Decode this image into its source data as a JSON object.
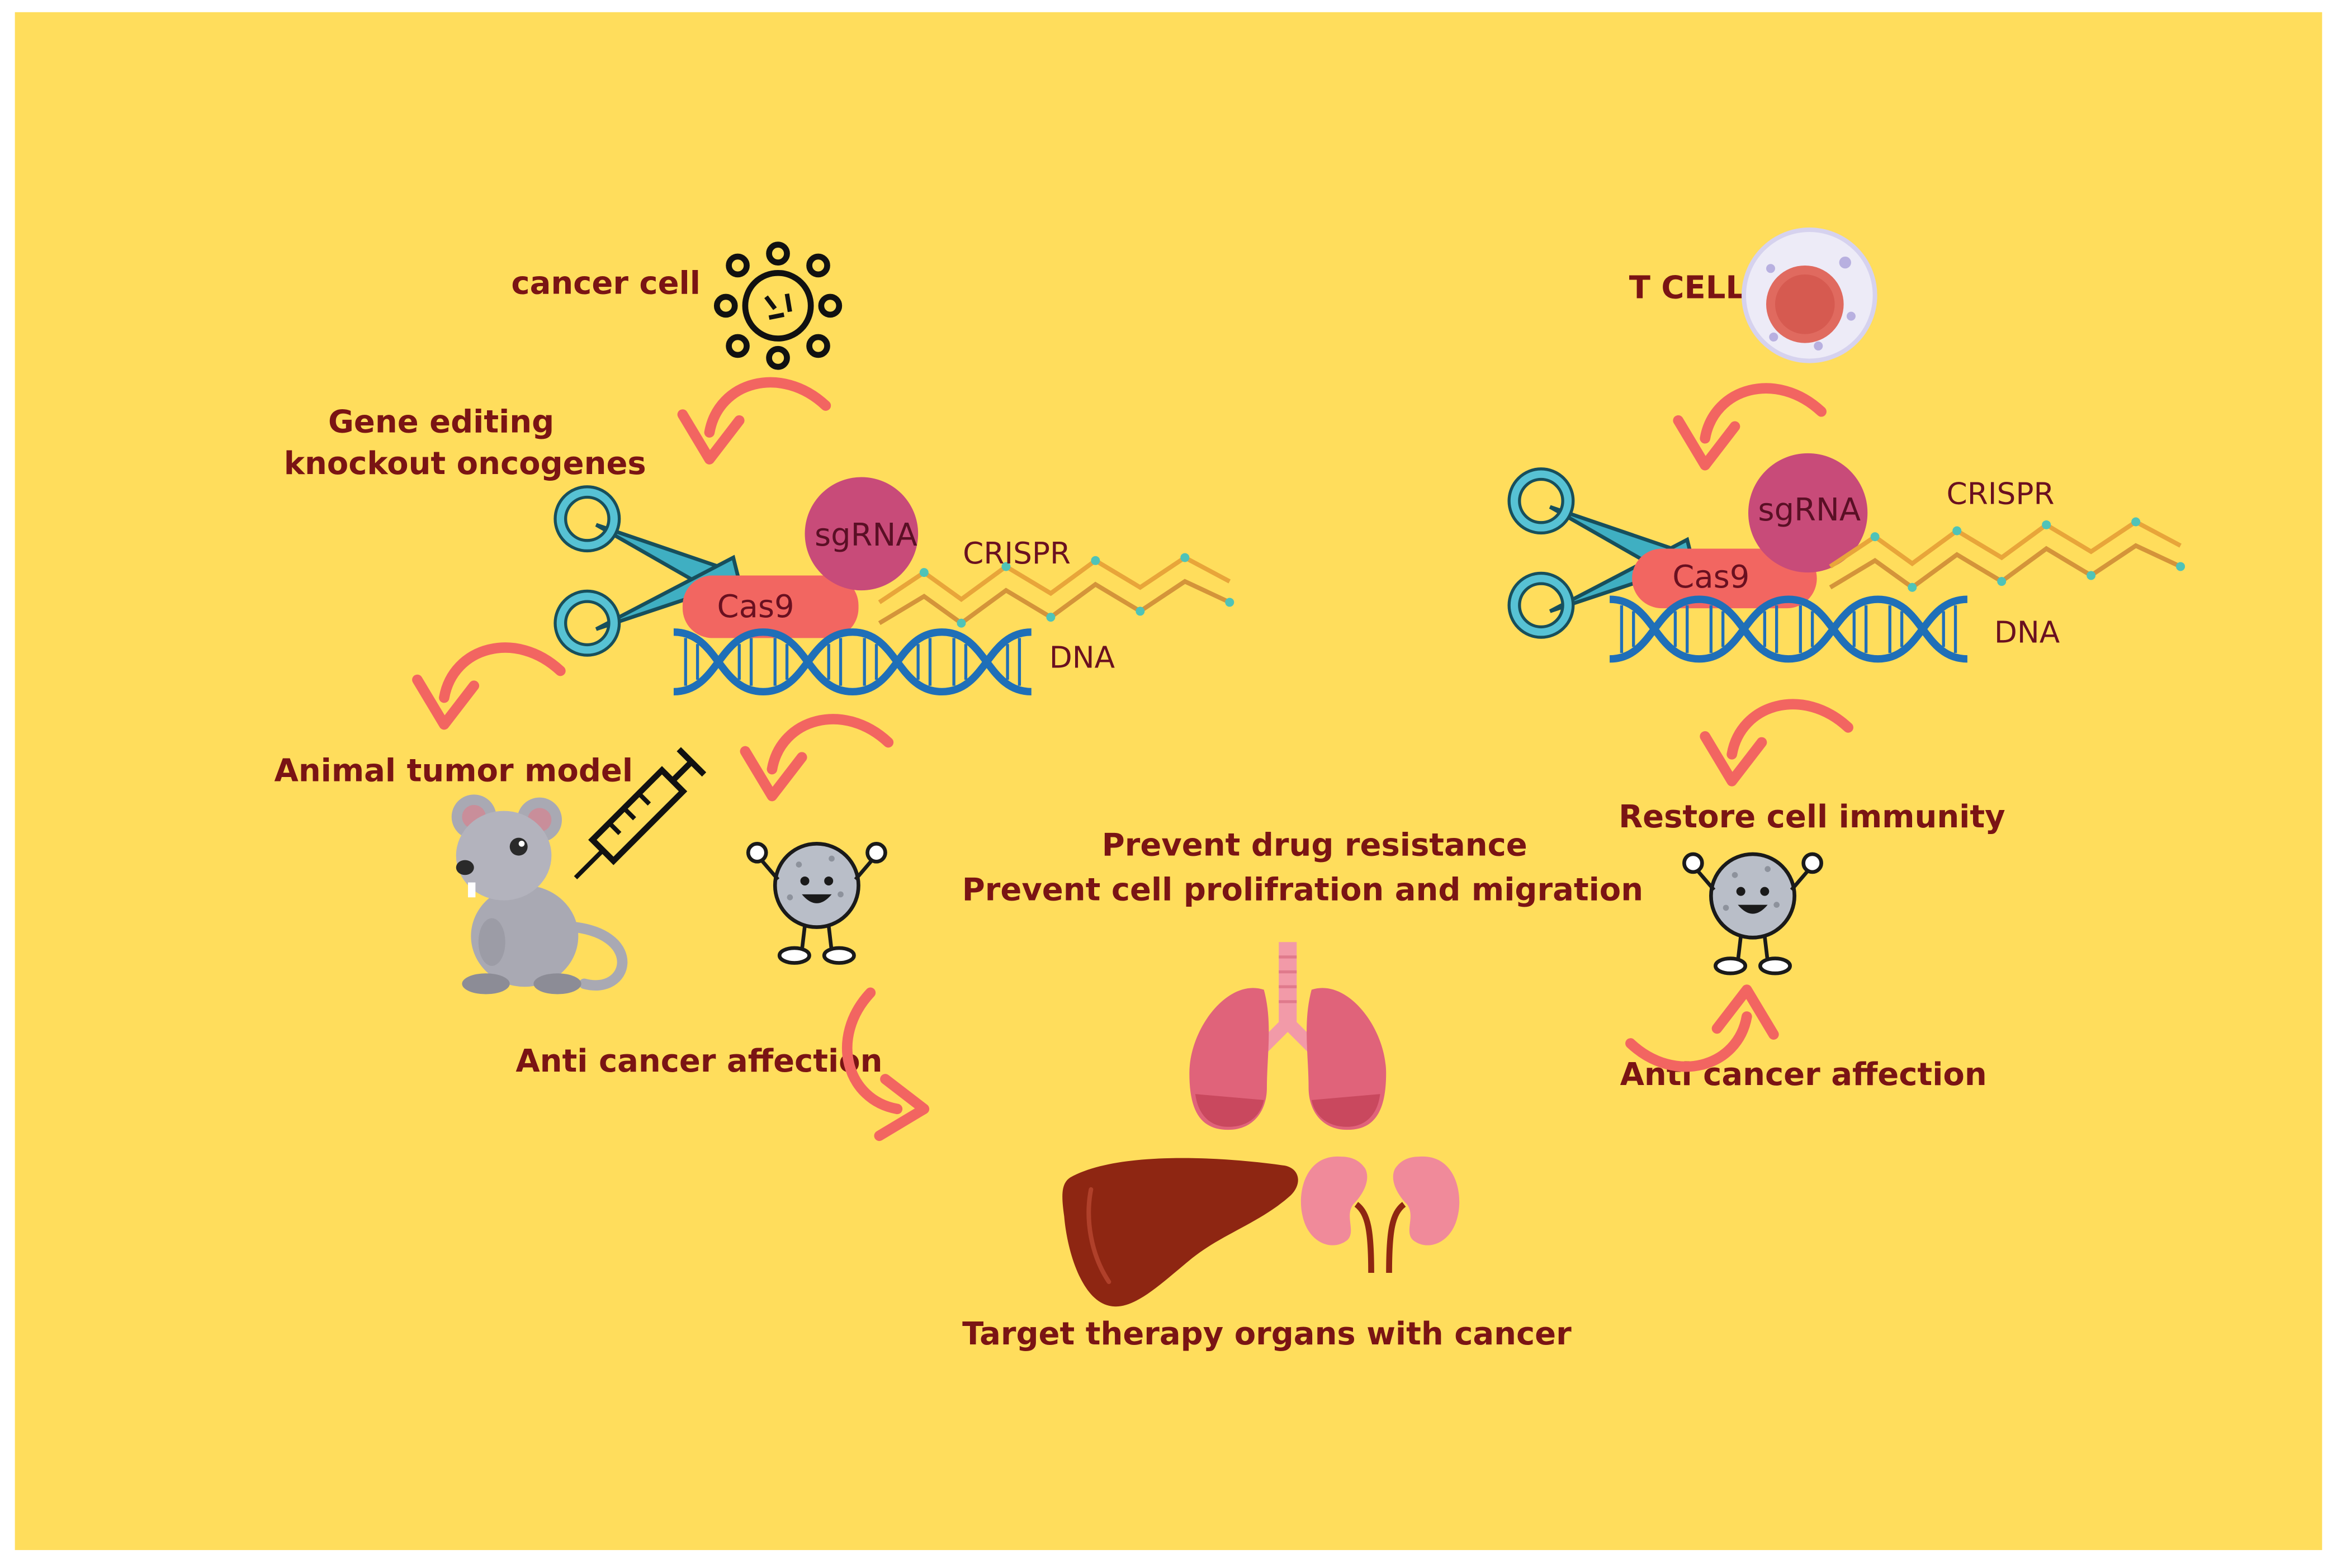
{
  "colors": {
    "background": "#FFDD5C",
    "label_text": "#7A1414",
    "arrow": "#F26561",
    "cas9": "#F26661",
    "sgrna": "#C84B79",
    "dna_blue": "#1F6FB8",
    "crispr_chain": "#E8A53A",
    "liver": "#8E2612",
    "lungs": "#E0637A",
    "kidney": "#F08A9A",
    "scissors": "#47B8C8",
    "mouse": "#A9A9B3"
  },
  "labels": {
    "cancer_cell": "cancer cell",
    "gene_editing_line1": "Gene editing",
    "gene_editing_line2": "knockout oncogenes",
    "animal_tumor_model": "Animal tumor model",
    "anti_cancer_left": "Anti cancer affection",
    "t_cell": "T CELL",
    "restore_immunity": "Restore cell immunity",
    "prevent_line1": "Prevent drug resistance",
    "prevent_line2": "Prevent cell prolifration and migration",
    "anti_cancer_right": "Anti cancer affection",
    "target_therapy": "Target therapy organs with cancer"
  },
  "left_complex": {
    "cas9": "Cas9",
    "sgrna": "sgRNA",
    "crispr": "CRISPR",
    "dna": "DNA"
  },
  "right_complex": {
    "cas9": "Cas9",
    "sgrna": "sgRNA",
    "crispr": "CRISPR",
    "dna": "DNA"
  },
  "icons": {
    "cancer_cell": "virus-cell-icon",
    "t_cell": "t-cell-icon",
    "scissors": "scissors-icon",
    "mouse": "mouse-icon",
    "syringe": "syringe-icon",
    "happy_cell": "happy-cell-icon",
    "lungs": "lungs-icon",
    "liver": "liver-icon",
    "kidneys": "kidneys-icon",
    "arrow": "curved-arrow-icon"
  }
}
